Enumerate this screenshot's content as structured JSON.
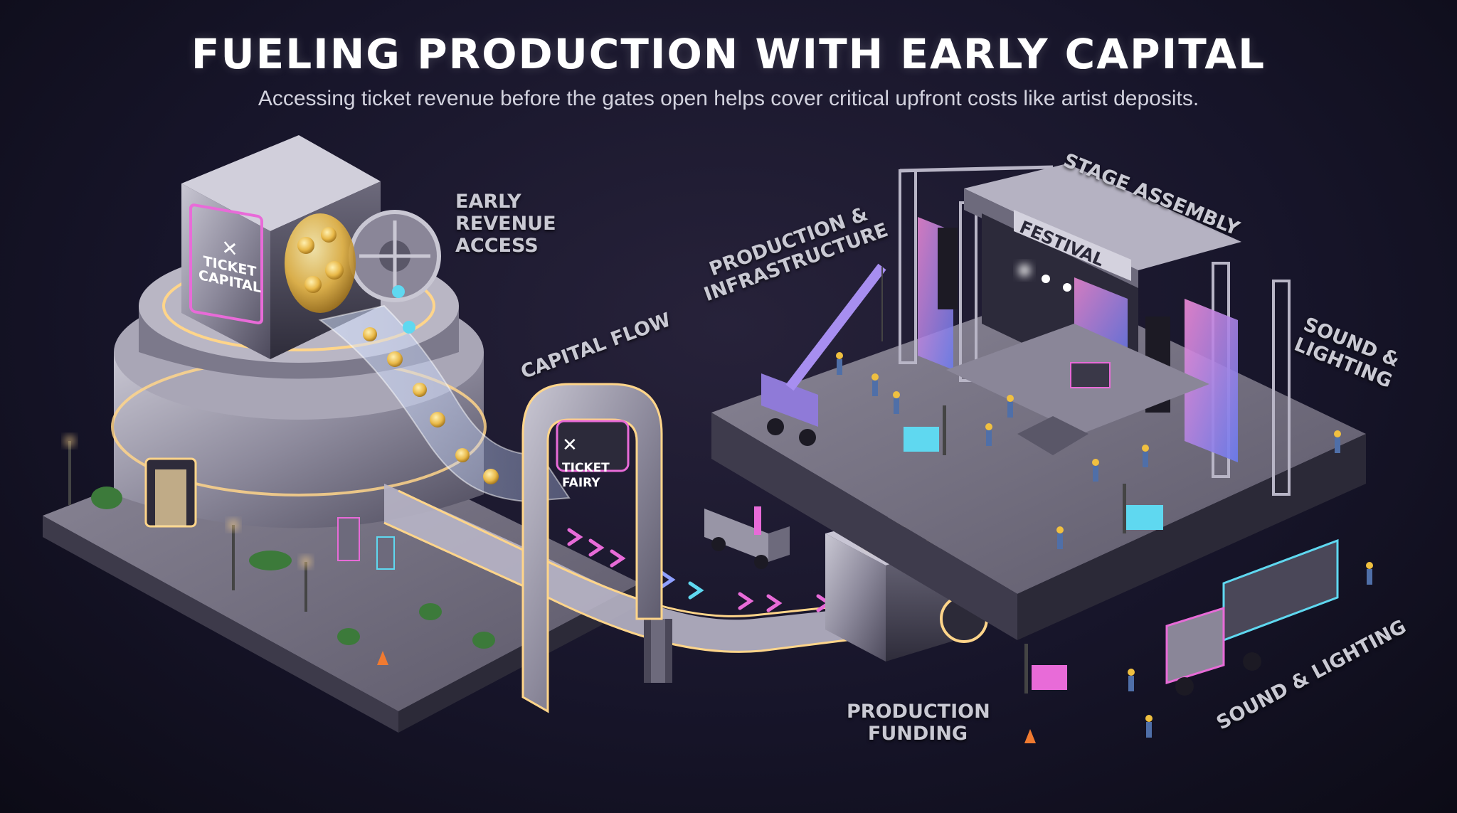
{
  "header": {
    "title": "FUELING PRODUCTION WITH EARLY CAPITAL",
    "subtitle": "Accessing ticket revenue before the gates open helps cover critical upfront costs like artist deposits."
  },
  "labels": {
    "early_revenue": [
      "EARLY",
      "REVENUE",
      "ACCESS"
    ],
    "capital_flow": "CAPITAL FLOW",
    "production_infra": [
      "PRODUCTION &",
      "INFRASTRUCTURE"
    ],
    "stage_assembly": "STAGE ASSEMBLY",
    "sound_lighting_right": [
      "SOUND &",
      "LIGHTING"
    ],
    "sound_lighting_bottom": "SOUND & LIGHTING",
    "production_funding": [
      "PRODUCTION",
      "FUNDING"
    ]
  },
  "signs": {
    "vault": [
      "TICKET",
      "CAPITAL"
    ],
    "gate": [
      "TICKET",
      "FAIRY"
    ],
    "stage_banner": "FESTIVAL"
  },
  "icons": {
    "vault_logo": "x-cross-logo-icon",
    "gate_logo": "x-cross-logo-icon",
    "coin": "dollar-coin-icon"
  },
  "colors": {
    "background": "#17152a",
    "neon_pink": "#e86bd8",
    "neon_cyan": "#5fd8f0",
    "gold": "#e9b949",
    "metal": "#9a98a6",
    "warm_glow": "#ffd58a"
  }
}
